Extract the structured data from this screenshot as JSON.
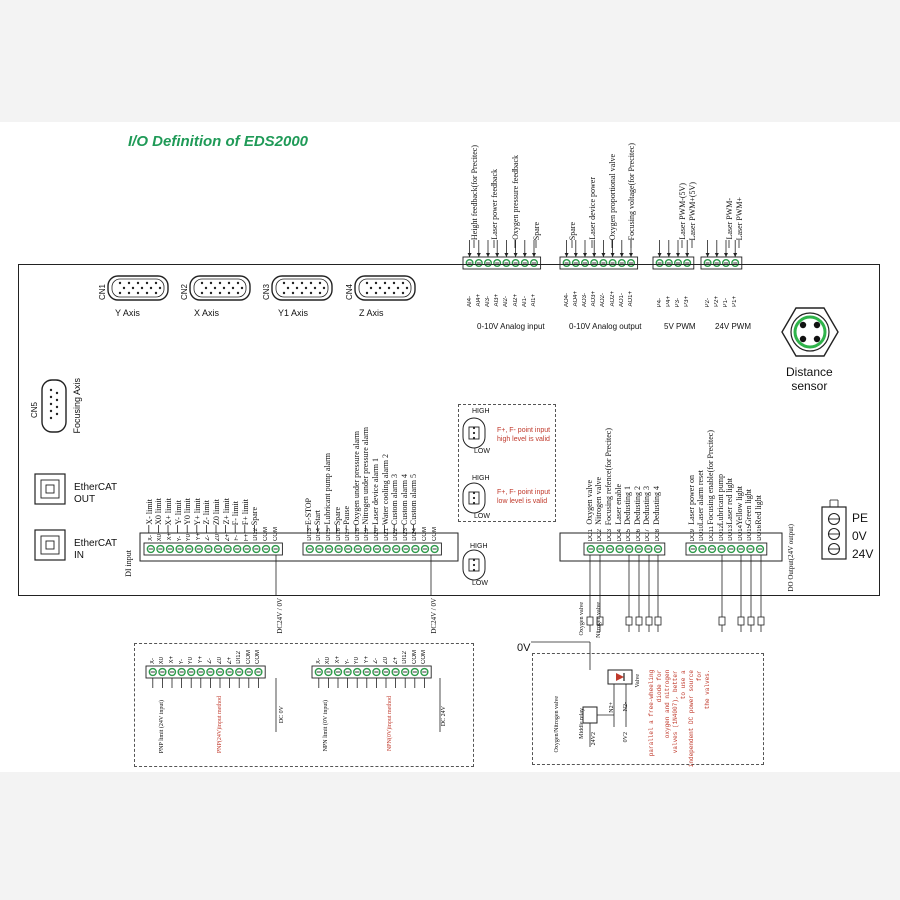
{
  "title": "I/O Definition of EDS2000",
  "connectors": [
    {
      "id": "CN1",
      "label": "Y Axis"
    },
    {
      "id": "CN2",
      "label": "X Axis"
    },
    {
      "id": "CN3",
      "label": "Y1 Axis"
    },
    {
      "id": "CN4",
      "label": "Z Axis"
    }
  ],
  "cn5": {
    "id": "CN5",
    "label": "Focusing Axis"
  },
  "ethercat_out": "EtherCAT\nOUT",
  "ethercat_in": "EtherCAT\nIN",
  "distance_sensor": "Distance\nsensor",
  "analog_input": {
    "caption": "0-10V Analog input",
    "pins": [
      "AI4-",
      "AI4+",
      "AI3-",
      "AI3+",
      "AI2-",
      "AI2+",
      "AI1-",
      "AI1+"
    ],
    "functions": [
      "Height feedback(for Precitec)",
      "Laser power feedback",
      "Oxygen pressure feedback",
      "Spare"
    ]
  },
  "analog_output": {
    "caption": "0-10V Analog output",
    "pins": [
      "AO4-",
      "AO4+",
      "AO3-",
      "AO3+",
      "AO2-",
      "AO2+",
      "AO1-",
      "AO1+"
    ],
    "functions": [
      "Spare",
      "Laser device power",
      "Oxygen proportional valve",
      "Focusing voltage(for Precitec)"
    ]
  },
  "pwm5": {
    "caption": "5V PWM",
    "pins": [
      "P4-",
      "P4+",
      "P3-",
      "P3+"
    ],
    "functions": [
      "Laser PWM-(5V)",
      "Laser PWM+(5V)"
    ]
  },
  "pwm24": {
    "caption": "24V PWM",
    "pins": [
      "P2-",
      "P2+",
      "P1-",
      "P1+"
    ],
    "functions": [
      "Laser PWM-",
      "Laser PWM+"
    ]
  },
  "jumper1": {
    "high": "HIGH",
    "low": "LOW",
    "note": "F+, F- point input\nhigh level is valid"
  },
  "jumper2": {
    "high": "HIGH",
    "low": "LOW",
    "note": "F+, F- point input\nlow level is valid"
  },
  "jumper3": {
    "high": "HIGH",
    "low": "LOW"
  },
  "di_label": "DI input",
  "di_group1": {
    "functions": [
      "X- limit",
      "X0 limit",
      "X+ limit",
      "Y- limit",
      "Y0 limit",
      "Y+ limit",
      "Z- limit",
      "Z0 limit",
      "Z+ limit",
      "F- limit",
      "F+ limit",
      "Spare"
    ],
    "pins": [
      "X-",
      "X0",
      "X+",
      "Y-",
      "Y0",
      "Y+",
      "Z-",
      "Z0",
      "Z+",
      "F-",
      "F+",
      "DI12",
      "COM",
      "COM"
    ]
  },
  "di_group2": {
    "functions": [
      "E-STOP",
      "Start",
      "Lubricant pump alarm",
      "Spare",
      "Pause",
      "Oxygen under pressure alarm",
      "Nitrogen under pressure alarm",
      "Laser device alarm 1",
      "Water cooling alarm 2",
      "Custom alarm 3",
      "Custom alarm 4",
      "Custom alarm 5"
    ],
    "pins": [
      "DI13",
      "DI14",
      "DI15",
      "DI16",
      "DI17",
      "DI18",
      "DI19",
      "DI20",
      "DI21",
      "DI22",
      "DI23",
      "DI24",
      "COM",
      "COM"
    ]
  },
  "do_group1": {
    "functions": [
      "Oxygen valve",
      "Nitrogen valve",
      "Focusing refence(for Precitec)",
      "Laser enable",
      "Dedusting 1",
      "Dedusting 2",
      "Dedusting 3",
      "Dedusting 4"
    ],
    "pins": [
      "DO1",
      "DO2",
      "DO3",
      "DO4",
      "DO5",
      "DO6",
      "DO7",
      "DO8"
    ]
  },
  "do_group2": {
    "functions": [
      "Laser power on",
      "Laser alarm reset",
      "Focusing enable(for Precitec)",
      "Lubricant pump",
      "Laser red light",
      "Yellow light",
      "Green light",
      "Red light"
    ],
    "pins": [
      "DO9",
      "DO10",
      "DO11",
      "DO12",
      "DO13",
      "DO14",
      "DO15",
      "DO16"
    ]
  },
  "do_label": "DO Output(24V output)",
  "power": {
    "pins": [
      "PE",
      "0V",
      "24V"
    ]
  },
  "com1_label": "DC24V / 0V",
  "com2_label": "DC24V / 0V",
  "pnp": {
    "pins": [
      "X-",
      "X0",
      "X+",
      "Y-",
      "Y0",
      "Y+",
      "Z-",
      "Z0",
      "Z+",
      "DI12",
      "COM",
      "COM"
    ],
    "input_label": "PNP limit (24V input)",
    "method": "PNP(24V)input method",
    "dc": "DC 0V"
  },
  "npn": {
    "pins": [
      "X-",
      "X0",
      "X+",
      "Y-",
      "Y0",
      "Y+",
      "Z-",
      "Z0",
      "Z+",
      "DI12",
      "COM",
      "COM"
    ],
    "input_label": "NPN limit (0V input)",
    "method": "NPN(0V)input method",
    "dc": "DC 24V"
  },
  "valve_labels": [
    "Oxygen valve",
    "Nitrogen valve"
  ],
  "ov": "0V",
  "relay": {
    "oxygen_label": "Oxygen/Nitrogen valve",
    "middle_relay": "Middle relay",
    "v24": "24V2",
    "v0": "0V2",
    "n2p": "N2+",
    "n2m": "N2-",
    "valve": "Valve",
    "note": "parallel a free-wheeling\ndiode for\noxygen and nitrogen\nvalves (1N4007), better\nto use a\nindependent DC power source\nfor\nthe valves."
  },
  "colors": {
    "title": "#1f9a57",
    "terminal": "#2d9a4a",
    "red": "#c0392b"
  }
}
